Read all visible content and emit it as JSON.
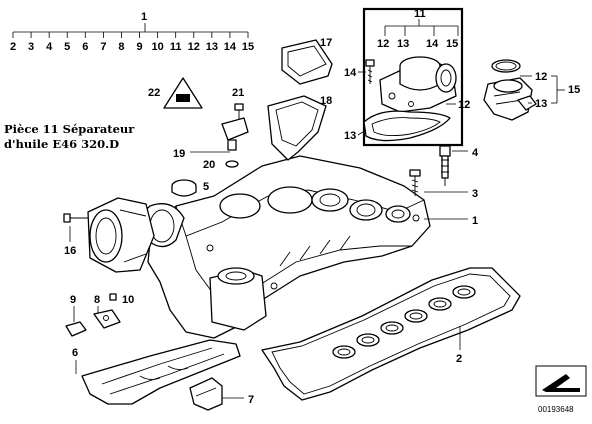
{
  "caption": {
    "line1": "Pièce 11 Séparateur",
    "line2": "d'huile E46 320.D"
  },
  "image_id": "00193648",
  "top_set": {
    "number": "1",
    "items": [
      "2",
      "3",
      "4",
      "5",
      "6",
      "7",
      "8",
      "9",
      "10",
      "11",
      "12",
      "13",
      "14",
      "15"
    ]
  },
  "callouts": {
    "p1": "1",
    "p2": "2",
    "p3": "3",
    "p4": "4",
    "p5": "5",
    "p6": "6",
    "p7": "7",
    "p8": "8",
    "p9": "9",
    "p10": "10",
    "p16": "16",
    "p17": "17",
    "p18": "18",
    "p19": "19",
    "p20": "20",
    "p21": "21",
    "p22": "22"
  },
  "box": {
    "top": "11",
    "a": "12",
    "b": "13",
    "c": "14",
    "d": "15",
    "side14": "14",
    "side12": "12",
    "side13": "13"
  },
  "right": {
    "n12": "12",
    "n13": "13",
    "n15": "15"
  }
}
